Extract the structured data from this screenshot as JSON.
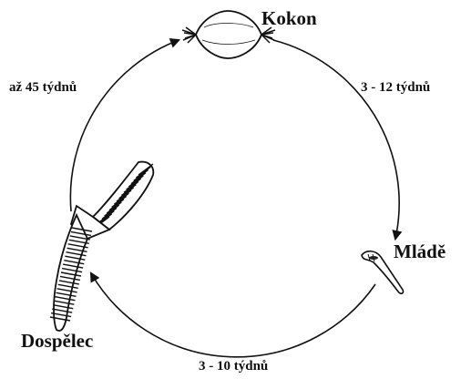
{
  "diagram": {
    "stages": {
      "cocoon": "Kokon",
      "juvenile": "Mládě",
      "adult": "Dospělec"
    },
    "durations": {
      "cocoon_to_juvenile": "3 - 12 týdnů",
      "juvenile_to_adult": "3 - 10 týdnů",
      "adult_to_cocoon": "až 45 týdnů"
    },
    "colors": {
      "ink": "#111111",
      "background": "#ffffff"
    }
  }
}
